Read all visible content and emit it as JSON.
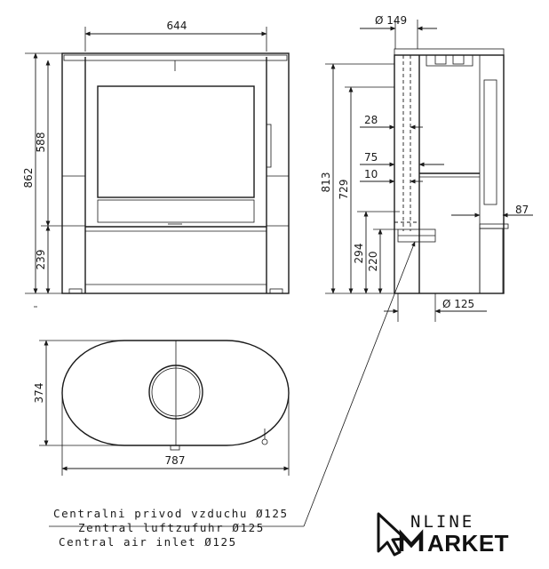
{
  "dimensions": {
    "front_width": "644",
    "front_height_total": "862",
    "front_height_upper": "588",
    "front_height_lower": "239",
    "side_flue_diameter": "Ø 149",
    "side_height_813": "813",
    "side_height_729": "729",
    "side_dim_28": "28",
    "side_dim_75": "75",
    "side_dim_10": "10",
    "side_dim_87": "87",
    "side_height_294": "294",
    "side_height_220": "220",
    "side_inlet_diameter": "Ø 125",
    "top_depth": "374",
    "top_width": "787"
  },
  "labels": {
    "inlet_cz": "Centralni privod vzduchu Ø125",
    "inlet_de": "Zentral luftzufuhr Ø125",
    "inlet_en": "Central air inlet Ø125"
  },
  "logo": {
    "line1": "NLINE",
    "line2": "ARKET"
  },
  "colors": {
    "line": "#1a1a1a",
    "background": "#ffffff"
  }
}
